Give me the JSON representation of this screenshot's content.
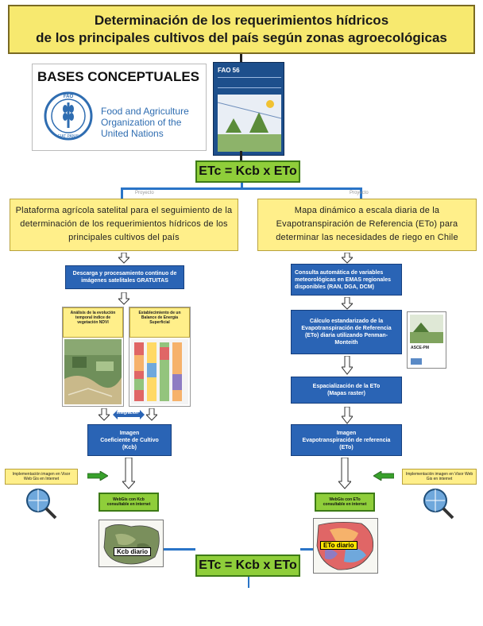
{
  "title": {
    "line1": "Determinación de los requerimientos hídricos",
    "line2": "de los principales cultivos del país según zonas agroecológicas"
  },
  "bases": {
    "heading": "BASES CONCEPTUALES",
    "fao_name_1": "Food and Agriculture",
    "fao_name_2": "Organization of the",
    "fao_name_3": "United Nations",
    "fao_logo_text": "FAO",
    "fao_logo_motto": "FIAT PANIS",
    "book_label": "FAO 56"
  },
  "formula": "ETc = Kcb x ETo",
  "left": {
    "proyecto": "Proyecto",
    "project_title": "Plataforma agrícola satelital para el seguimiento de la determinación de los requerimientos hídricos de los principales cultivos del país",
    "step1": "Descarga y procesamiento continuo de imágenes satelitales GRATUITAS",
    "panel_a": "Análisis de la evolución temporal índice de vegetación NDVI",
    "panel_b": "Establecimiento de un Balance de Energía Superficial",
    "integration": "Integración",
    "step2_line1": "Imagen",
    "step2_line2": "Coeficiente de Cultivo",
    "step2_line3": "(Kcb)",
    "web_box": "WebGis con Kcb consultable en internet",
    "impl": "Implementación imagen en Visor Web Gis en Internet",
    "map_label": "Kcb diario"
  },
  "right": {
    "proyecto": "Proyecto",
    "project_title": "Mapa dinámico a escala diaria de la Evapotranspiración de Referencia (ETo) para determinar las necesidades de riego en Chile",
    "step1": "Consulta automática de variables meteorológicas en EMAS regionales disponibles (RAN, DGA, DCM)",
    "step2": "Cálculo estandarizado de la Evapotranspiración de Referencia (ETo) diaria utilizando Penman-Monteith",
    "book_label": "ASCE-PM",
    "step3_line1": "Espacialización de la ETo",
    "step3_line2": "(Mapas raster)",
    "step4_line1": "Imagen",
    "step4_line2": "Evapotranspiración de referencia",
    "step4_line3": "(ETo)",
    "web_box": "WebGis con ETo consultable en internet",
    "impl": "Implementación imagen en Visor Web Gis en internet",
    "map_label": "ETo diario"
  },
  "colors": {
    "title_bg": "#f7e96f",
    "process_blue": "#2a64b5",
    "formula_green": "#8fce3a",
    "connector_blue": "#2a74c7"
  }
}
